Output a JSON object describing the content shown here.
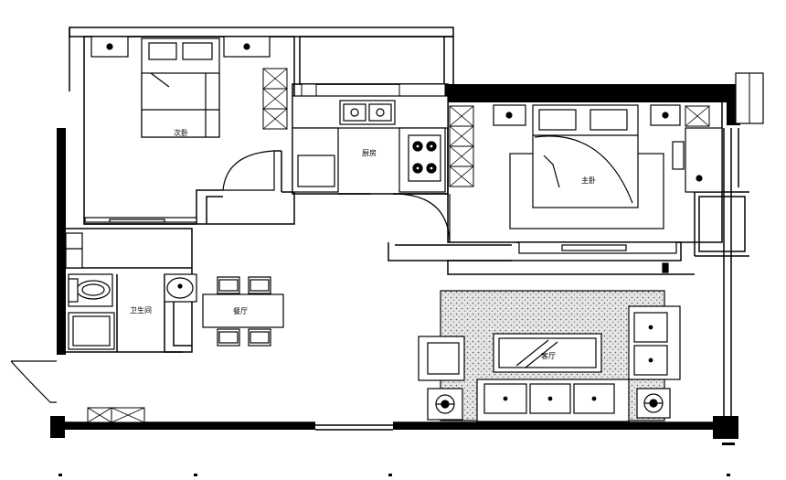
{
  "labels": {
    "kitchen": "厨房",
    "bedroom_main": "主卧",
    "bedroom_second": "次卧",
    "bathroom": "卫生间",
    "dining": "餐厅",
    "living": "客厅"
  },
  "colors": {
    "line": "#000000",
    "background": "#ffffff",
    "rug_fill": "#dcdcdc"
  }
}
